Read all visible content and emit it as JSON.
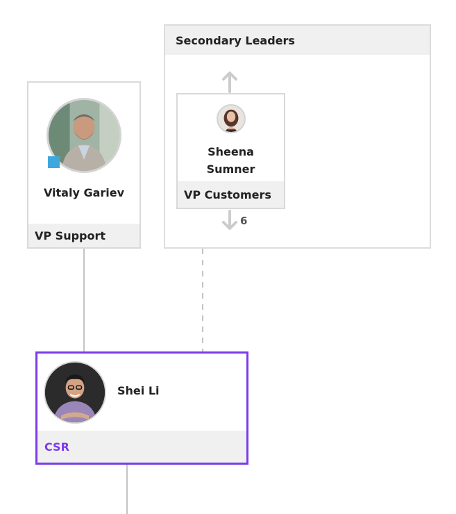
{
  "secondary_group": {
    "title": "Secondary Leaders"
  },
  "nodes": {
    "vitaly": {
      "name": "Vitaly Gariev",
      "title": "VP Support",
      "status_color": "#3ea8de"
    },
    "sheena": {
      "name_line1": "Sheena",
      "name_line2": "Sumner",
      "title": "VP Customers",
      "direct_reports_count": "6"
    },
    "shei": {
      "name": "Shei Li",
      "title": "CSR",
      "selected": true
    }
  },
  "colors": {
    "selected_border": "#7b3bea",
    "card_border": "#d9d9d9",
    "title_bar": "#f0f0f0",
    "connector": "#c4c4c4"
  },
  "icons": {
    "expand_up": "arrow-up-icon",
    "expand_down": "arrow-down-icon"
  }
}
